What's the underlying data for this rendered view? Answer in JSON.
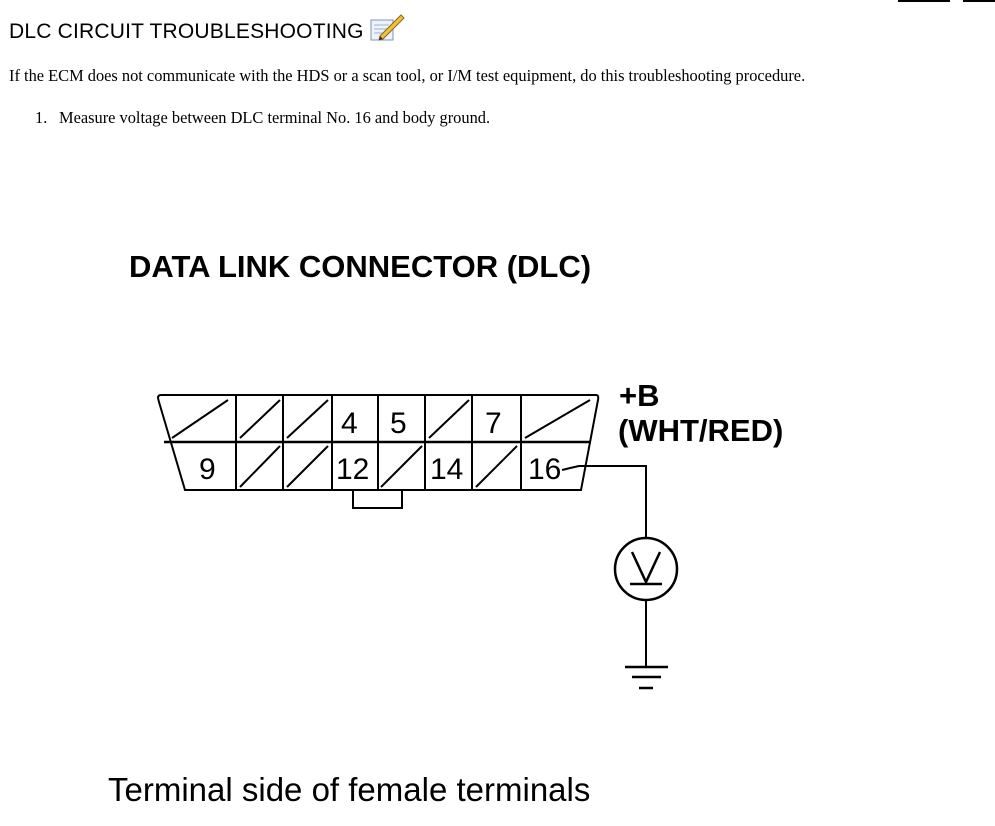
{
  "page": {
    "title": "DLC CIRCUIT TROUBLESHOOTING",
    "title_icon": "edit-note-icon",
    "intro": "If the ECM does not communicate with the HDS or a scan tool, or I/M test equipment, do this troubleshooting procedure.",
    "steps": [
      {
        "number": "1.",
        "text": "Measure voltage between DLC terminal No. 16 and body ground."
      }
    ]
  },
  "figure": {
    "title": "DATA LINK CONNECTOR (DLC)",
    "top_pins": [
      "4",
      "5",
      "7"
    ],
    "bottom_pins": [
      "9",
      "12",
      "14",
      "16"
    ],
    "supply_label": "+B",
    "wire_label": "(WHT/RED)",
    "meter_symbol": "V",
    "caption": "Terminal side of female terminals"
  }
}
